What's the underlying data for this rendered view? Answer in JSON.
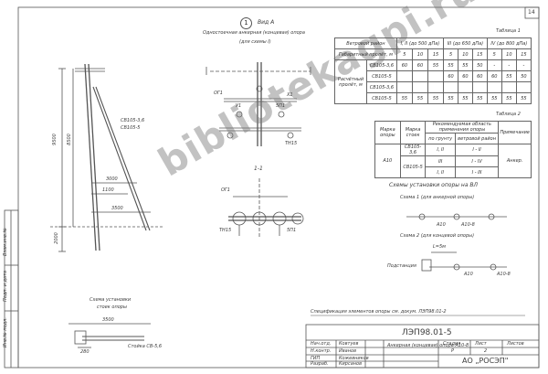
{
  "page_number": "14",
  "circle_number": "1",
  "view_label": "Вид А",
  "view_caption": "Одностоечная анкерная (концевая) опора",
  "view_caption2": "(для схемы I)",
  "section_label": "1-1",
  "table1": {
    "title": "Таблица 1",
    "header_left": "Ветровой район",
    "header_cols": [
      "I, II (до 500 дПа)",
      "III (до 650 дПа)",
      "IV (до 800 дПа)"
    ],
    "rows": [
      {
        "label": "Габаритный пролёт, м",
        "values": [
          "5",
          "10",
          "15",
          "5",
          "10",
          "15",
          "5",
          "10",
          "15"
        ]
      },
      {
        "label": "СВ105-3,6",
        "group": "Расчётный пролёт, м",
        "values": [
          "60",
          "60",
          "55",
          "55",
          "55",
          "50",
          "-",
          "-",
          "-"
        ]
      },
      {
        "label": "СВ105-5",
        "values": [
          "",
          "",
          "",
          "60",
          "60",
          "60",
          "60",
          "55",
          "50"
        ]
      },
      {
        "label": "СВ105-3,6",
        "values": [
          "",
          "",
          "",
          "",
          "",
          "",
          "",
          "",
          ""
        ]
      },
      {
        "label": "СВ105-5",
        "values": [
          "55",
          "55",
          "55",
          "55",
          "55",
          "55",
          "55",
          "55",
          "55"
        ]
      }
    ]
  },
  "table2": {
    "title": "Таблица 2",
    "headers": [
      "Марка опоры",
      "Марка стоек",
      "Рекомендуемая область применения опоры",
      "Примечание"
    ],
    "subheaders": [
      "по грунту",
      "ветровой район"
    ],
    "mark": "А10",
    "rows": [
      {
        "stand": "СВ105-3,6",
        "soil": "I, II",
        "wind": "I - II",
        "note": ""
      },
      {
        "stand": "СВ105-5",
        "soil": "III",
        "wind": "I - IV",
        "note": "Анкер."
      },
      {
        "stand": "",
        "soil": "I, II",
        "wind": "I - III",
        "note": ""
      }
    ]
  },
  "schemes": {
    "title": "Схемы установки опоры на ВЛ",
    "scheme1": "Схема 1 (для анкерной опоры)",
    "scheme2": "Схема 2 (для концевой опоры)",
    "label_a10": "А10",
    "label_a10b": "А10-8",
    "label_podst": "Подстанция",
    "dim": "L=5м"
  },
  "left_drawing": {
    "stand1": "СВ105-3,6",
    "stand2": "СВ105-5",
    "dim_main": "9500",
    "dim_top": "8500",
    "dim_bottom": "2000",
    "dim_base": "3500",
    "dim_1100": "1100",
    "dim_side": "3000"
  },
  "labels": {
    "of1": "ОГ1",
    "u1": "У1",
    "x1": "Х1",
    "tn15": "ТН15",
    "sp11": "5П1",
    "sv": "СВ"
  },
  "bottom_left": {
    "title": "Схема установки",
    "title2": "стоек опоры",
    "dim": "3500",
    "side": "280",
    "stand_label": "Стойка СВ-5,6"
  },
  "spec_note": "Спецификация элементов опоры см. докум. ЛЭП98.01-2",
  "title_block": {
    "code": "ЛЭП98.01-5",
    "name": "Анкерная (концевая) опора А10-8",
    "sheet": "2",
    "company": "АО „РОСЭП\"",
    "stage_label": "Стадия",
    "sheet_label": "Лист",
    "sheets_label": "Листов",
    "stage": "Р",
    "roles": [
      {
        "role": "Нач.отд.",
        "name": "Ковтуев"
      },
      {
        "role": "Н.контр.",
        "name": "Иванов"
      },
      {
        "role": "ГИП",
        "name": "Кожевников"
      },
      {
        "role": "Разраб.",
        "name": "Кирсанов"
      }
    ]
  },
  "side_stamp": [
    "Инв.№ подл.",
    "Подп. и дата",
    "Взам.инв.№"
  ],
  "watermark": "bibliotekagpi.ru",
  "colors": {
    "ink": "#444444",
    "paper": "#ffffff",
    "watermark": "#808080"
  }
}
